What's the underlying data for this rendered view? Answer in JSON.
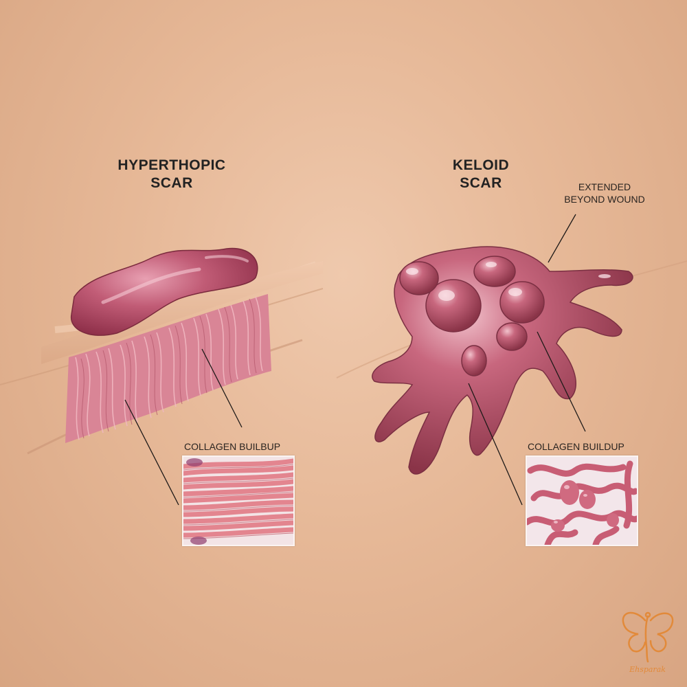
{
  "left_panel": {
    "title_line1": "HYPERTHOPIC",
    "title_line2": "SCAR",
    "inset_label": "COLLAGEN BUILBUP",
    "inset_pattern": "parallel-collagen-fibers"
  },
  "right_panel": {
    "title_line1": "KELOID",
    "title_line2": "SCAR",
    "callout_line1": "EXTENDED",
    "callout_line2": "BEYOND WOUND",
    "inset_label": "COLLAGEN BUILDUP",
    "inset_pattern": "disorganized-collagen-nodules"
  },
  "logo": {
    "icon": "butterfly-logo-icon",
    "text": "Ehsparak"
  },
  "colors": {
    "skin": "#e6b897",
    "scar": "#b24c66",
    "scar_highlight": "#e597ab",
    "collagen": "#de8a98",
    "line": "#1e1a18",
    "logo": "#e28a3a"
  }
}
